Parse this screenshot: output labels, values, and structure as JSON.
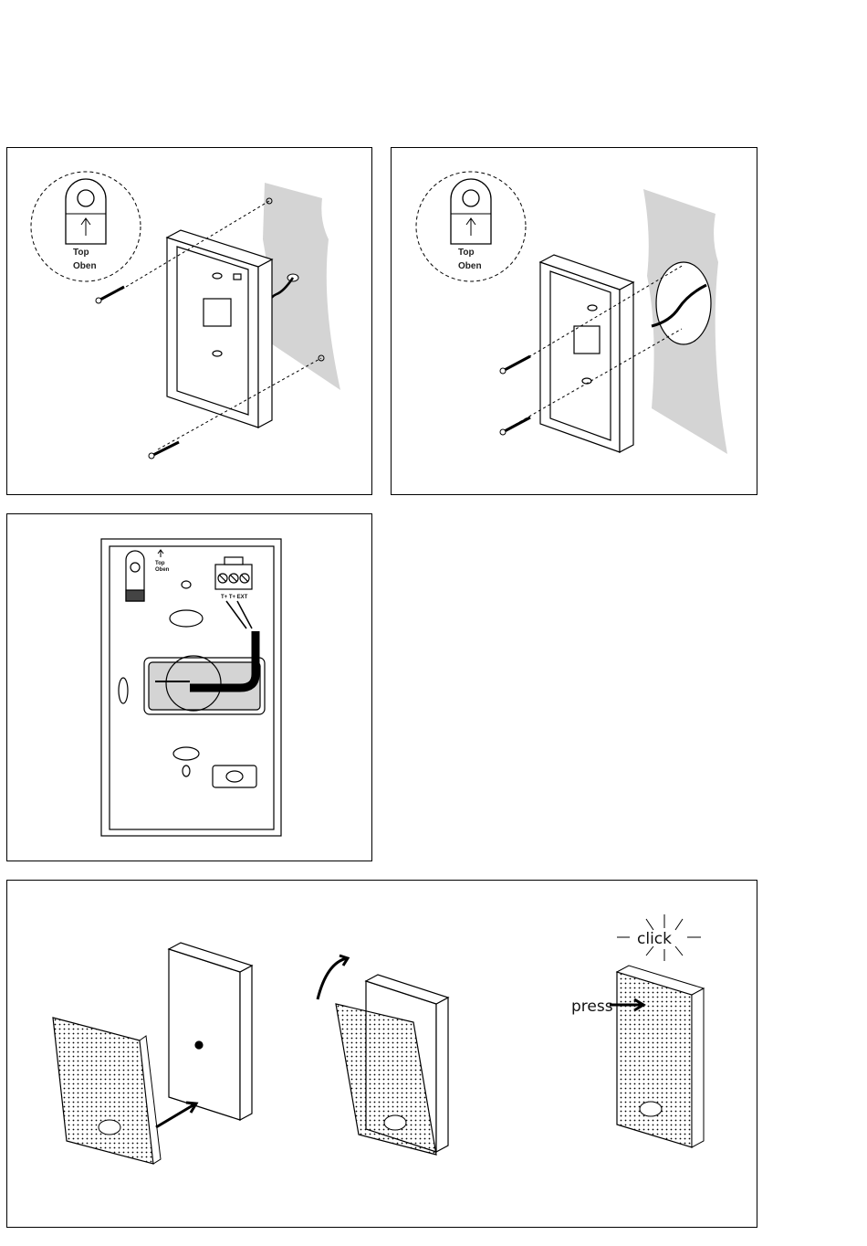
{
  "panels": {
    "surface_mount": {
      "label_top": "Top",
      "label_oben": "Oben"
    },
    "flush_box_mount": {
      "label_top": "Top",
      "label_oben": "Oben"
    },
    "wiring": {
      "label_top": "Top",
      "label_oben": "Oben",
      "terminal_labels": "T+ T+ EXT"
    },
    "fitting": {
      "press_label": "press",
      "click_label": "click"
    }
  },
  "colors": {
    "wall": "#d4d4d4",
    "stroke": "#000000",
    "wire": "#111111"
  }
}
